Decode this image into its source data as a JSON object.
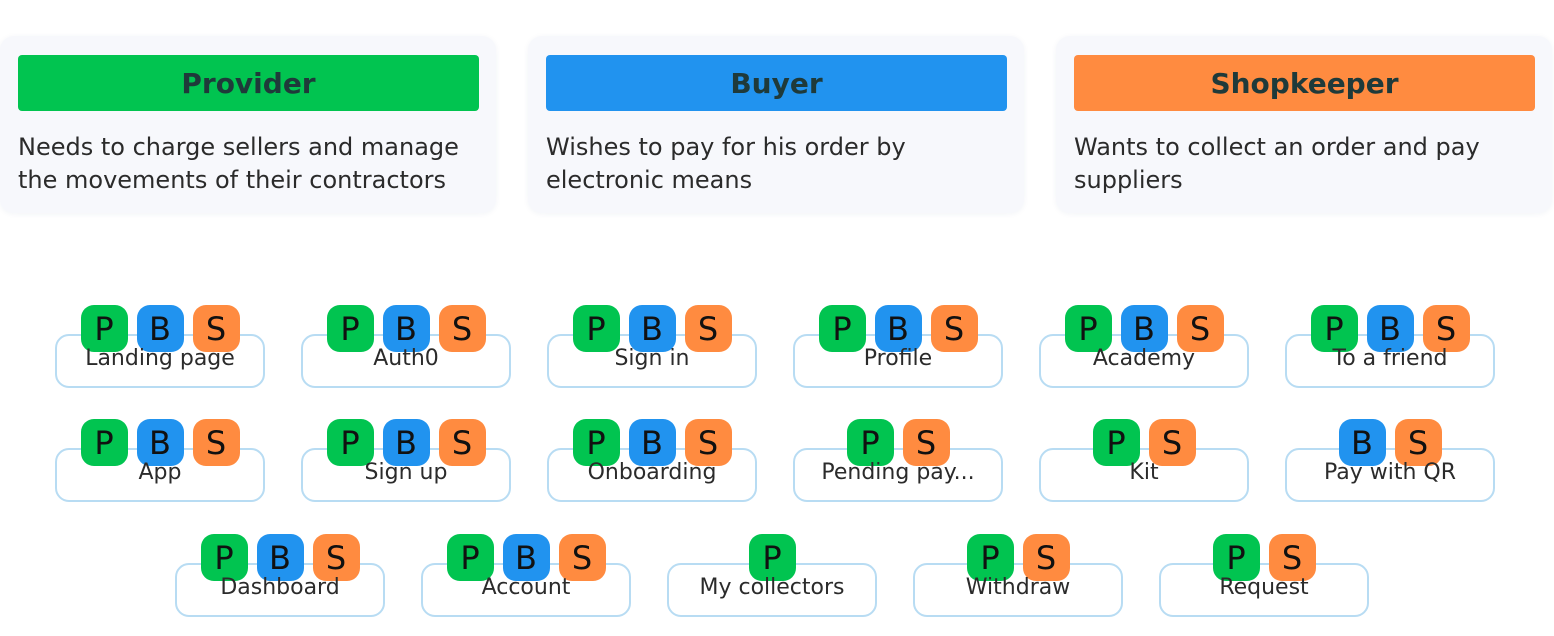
{
  "colors": {
    "provider": "#01c450",
    "buyer": "#2193ef",
    "shopkeeper": "#ff8b40",
    "pill_border": "#b8dcf3"
  },
  "personas": [
    {
      "key": "P",
      "title": "Provider",
      "description": "Needs to charge sellers and manage the movements of their contractors"
    },
    {
      "key": "B",
      "title": "Buyer",
      "description": "Wishes to pay for his order by electronic means"
    },
    {
      "key": "S",
      "title": "Shopkeeper",
      "description": "Wants to collect an order and pay suppliers"
    }
  ],
  "pages": [
    {
      "label": "Landing page",
      "badges": [
        "P",
        "B",
        "S"
      ]
    },
    {
      "label": "Auth0",
      "badges": [
        "P",
        "B",
        "S"
      ]
    },
    {
      "label": "Sign in",
      "badges": [
        "P",
        "B",
        "S"
      ]
    },
    {
      "label": "Profile",
      "badges": [
        "P",
        "B",
        "S"
      ]
    },
    {
      "label": "Academy",
      "badges": [
        "P",
        "B",
        "S"
      ]
    },
    {
      "label": "To a friend",
      "badges": [
        "P",
        "B",
        "S"
      ]
    },
    {
      "label": "App",
      "badges": [
        "P",
        "B",
        "S"
      ]
    },
    {
      "label": "Sign up",
      "badges": [
        "P",
        "B",
        "S"
      ]
    },
    {
      "label": "Onboarding",
      "badges": [
        "P",
        "B",
        "S"
      ]
    },
    {
      "label": "Pending pay...",
      "badges": [
        "P",
        "S"
      ]
    },
    {
      "label": "Kit",
      "badges": [
        "P",
        "S"
      ]
    },
    {
      "label": "Pay with QR",
      "badges": [
        "B",
        "S"
      ]
    },
    {
      "label": "Dashboard",
      "badges": [
        "P",
        "B",
        "S"
      ]
    },
    {
      "label": "Account",
      "badges": [
        "P",
        "B",
        "S"
      ]
    },
    {
      "label": "My collectors",
      "badges": [
        "P"
      ]
    },
    {
      "label": "Withdraw",
      "badges": [
        "P",
        "S"
      ]
    },
    {
      "label": "Request",
      "badges": [
        "P",
        "S"
      ]
    }
  ]
}
